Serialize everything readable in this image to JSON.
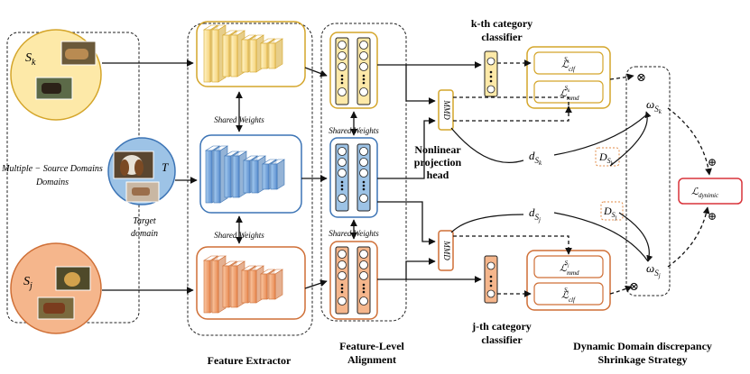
{
  "sources": {
    "group_label": "Multiple − Source Domains",
    "source_k": "S",
    "source_k_sub": "k",
    "source_j": "S",
    "source_j_sub": "j",
    "target": "T",
    "target_caption": "Target domain"
  },
  "feature_extractor": {
    "title": "Feature Extractor",
    "shared_weights_top": "Shared Weights",
    "shared_weights_bottom": "Shared Weights"
  },
  "alignment": {
    "title_line1": "Feature-Level",
    "title_line2": "Alignment",
    "shared_weights_top": "Shared Weights",
    "shared_weights_bottom": "Shared Weights",
    "projection_line1": "Nonlinear",
    "projection_line2": "projection",
    "projection_line3": "head",
    "mmd_top": "MMD",
    "mmd_bottom": "MMD"
  },
  "classifiers": {
    "k_line1": "k-th category",
    "k_line2": "classifier",
    "j_line1": "j-th category",
    "j_line2": "classifier",
    "loss_clf": "ℒ",
    "loss_clf_sub": "clf",
    "loss_mmd": "ℒ",
    "loss_mmd_sub": "mmd",
    "sup_k": "S",
    "sup_k_sub": "k",
    "sup_j": "S",
    "sup_j_sub": "j"
  },
  "strategy": {
    "title_line1": "Dynamic Domain discrepancy",
    "title_line2": "Shrinkage Strategy",
    "d_symbol": "d",
    "D_symbol": "D",
    "omega_symbol": "ω",
    "sub_base": "S",
    "sub_k": "k",
    "sub_j": "j",
    "otimes": "⊗",
    "oplus": "⊕",
    "loss_dynamic": "ℒ",
    "loss_dynamic_sub": "dynimic"
  },
  "colors": {
    "yellow_fill": "#fde9a8",
    "yellow_stroke": "#d4a52a",
    "blue_fill": "#9dc3e6",
    "blue_stroke": "#3c74b5",
    "orange_fill": "#f5b68c",
    "orange_stroke": "#cf6f36",
    "red": "#d9333a"
  }
}
